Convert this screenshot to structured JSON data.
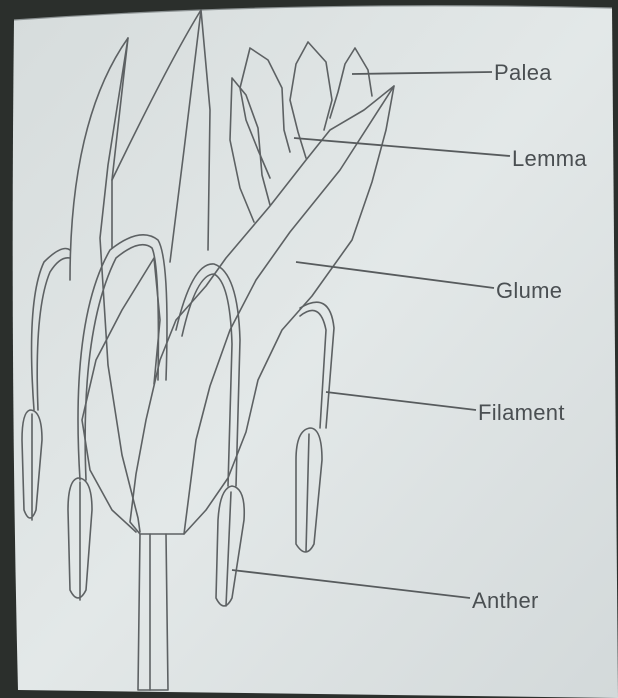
{
  "diagram": {
    "labels": {
      "palea": "Palea",
      "lemma": "Lemma",
      "glume": "Glume",
      "filament": "Filament",
      "anther": "Anther"
    }
  },
  "colors": {
    "paper": "#dde3e3",
    "ink": "#5d6163",
    "background_edge": "#2b2f2c"
  }
}
